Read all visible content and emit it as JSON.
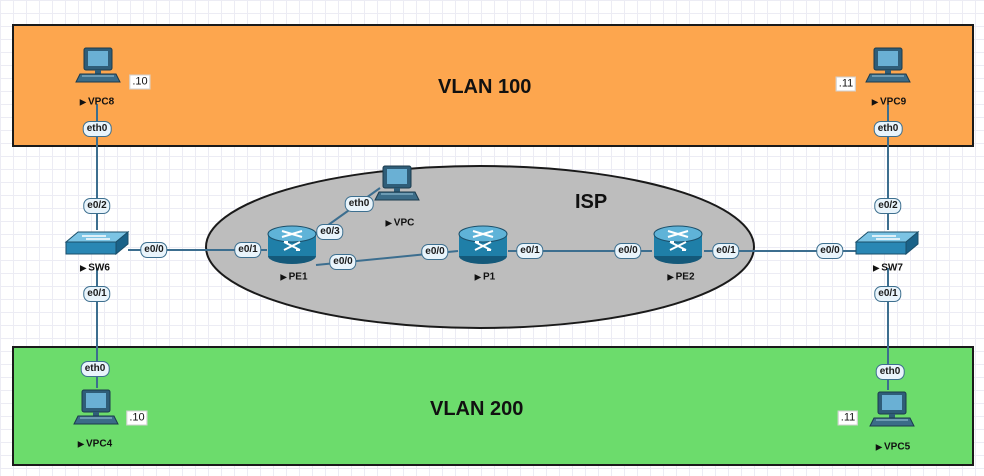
{
  "zones": {
    "vlan100": {
      "title": "VLAN 100",
      "color": "#fda64e"
    },
    "vlan200": {
      "title": "VLAN 200",
      "color": "#6cdc6c"
    },
    "isp": {
      "title": "ISP",
      "color": "#bdbdbd"
    }
  },
  "nodes": {
    "vpc8": {
      "label": "VPC8",
      "icon": "pc-icon"
    },
    "vpc9": {
      "label": "VPC9",
      "icon": "pc-icon"
    },
    "vpc4": {
      "label": "VPC4",
      "icon": "pc-icon"
    },
    "vpc5": {
      "label": "VPC5",
      "icon": "pc-icon"
    },
    "vpc": {
      "label": "VPC",
      "icon": "pc-icon"
    },
    "sw6": {
      "label": "SW6",
      "icon": "switch-icon"
    },
    "sw7": {
      "label": "SW7",
      "icon": "switch-icon"
    },
    "pe1": {
      "label": "PE1",
      "icon": "router-icon"
    },
    "p1": {
      "label": "P1",
      "icon": "router-icon"
    },
    "pe2": {
      "label": "PE2",
      "icon": "router-icon"
    }
  },
  "ip_labels": {
    "vpc8": ".10",
    "vpc9": ".11",
    "vpc4": ".10",
    "vpc5": ".11"
  },
  "ports": {
    "vpc8_eth0": "eth0",
    "sw6_e0_2": "e0/2",
    "sw6_e0_0": "e0/0",
    "sw6_e0_1": "e0/1",
    "vpc4_eth0": "eth0",
    "pe1_e0_1": "e0/1",
    "pe1_e0_3": "e0/3",
    "pe1_e0_0": "e0/0",
    "vpc_eth0": "eth0",
    "p1_e0_0": "e0/0",
    "p1_e0_1": "e0/1",
    "pe2_e0_0": "e0/0",
    "pe2_e0_1": "e0/1",
    "sw7_e0_0": "e0/0",
    "sw7_e0_2": "e0/2",
    "sw7_e0_1": "e0/1",
    "vpc9_eth0": "eth0",
    "vpc5_eth0": "eth0"
  },
  "colors": {
    "link": "#3c6e8f",
    "router": "#1f7fa8",
    "switch": "#2a87b4"
  }
}
